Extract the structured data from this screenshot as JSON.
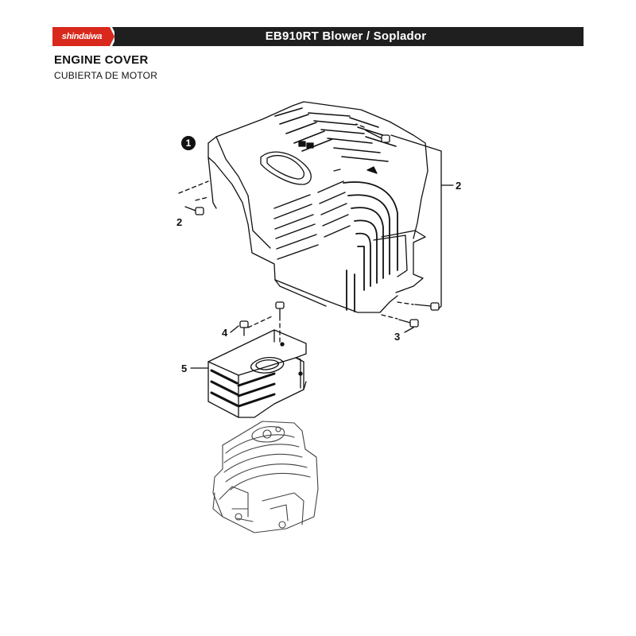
{
  "header": {
    "brand": "shindaiwa",
    "title": "EB910RT Blower / Soplador",
    "brand_color": "#d9291c",
    "bar_color": "#1f1f1f"
  },
  "section": {
    "title_en": "ENGINE COVER",
    "title_es": "CUBIERTA DE MOTOR"
  },
  "callouts": {
    "c1": "1",
    "c2_left": "2",
    "c2_right": "2",
    "c3": "3",
    "c4": "4",
    "c5": "5"
  }
}
